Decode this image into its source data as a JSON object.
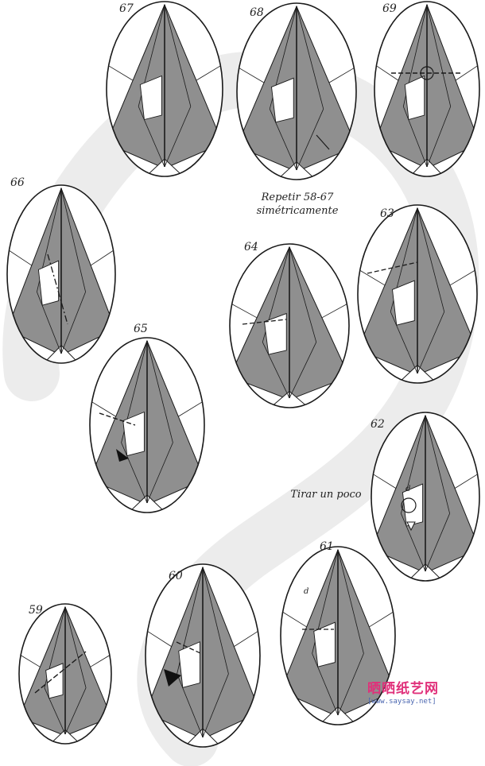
{
  "steps": [
    {
      "id": "67",
      "label": "67"
    },
    {
      "id": "68",
      "label": "68"
    },
    {
      "id": "69",
      "label": "69"
    },
    {
      "id": "66",
      "label": "66"
    },
    {
      "id": "64",
      "label": "64"
    },
    {
      "id": "63",
      "label": "63"
    },
    {
      "id": "65",
      "label": "65"
    },
    {
      "id": "62",
      "label": "62"
    },
    {
      "id": "61",
      "label": "61"
    },
    {
      "id": "60",
      "label": "60"
    },
    {
      "id": "59",
      "label": "59"
    }
  ],
  "captions": {
    "repeat_line1": "Repetir 58-67",
    "repeat_line2": "simétricamente",
    "pull": "Tirar un poco"
  },
  "point_labels": {
    "d": "d"
  },
  "watermark": {
    "logo": "晒晒纸艺网",
    "url": "[www.saysay.net]"
  },
  "colors": {
    "paper_gray": "#8f8f8f",
    "paper_white": "#ffffff",
    "line": "#1a1a1a",
    "background_swirl": "#ececec",
    "logo_pink": "#e0307a",
    "url_blue": "#4a66b0"
  }
}
